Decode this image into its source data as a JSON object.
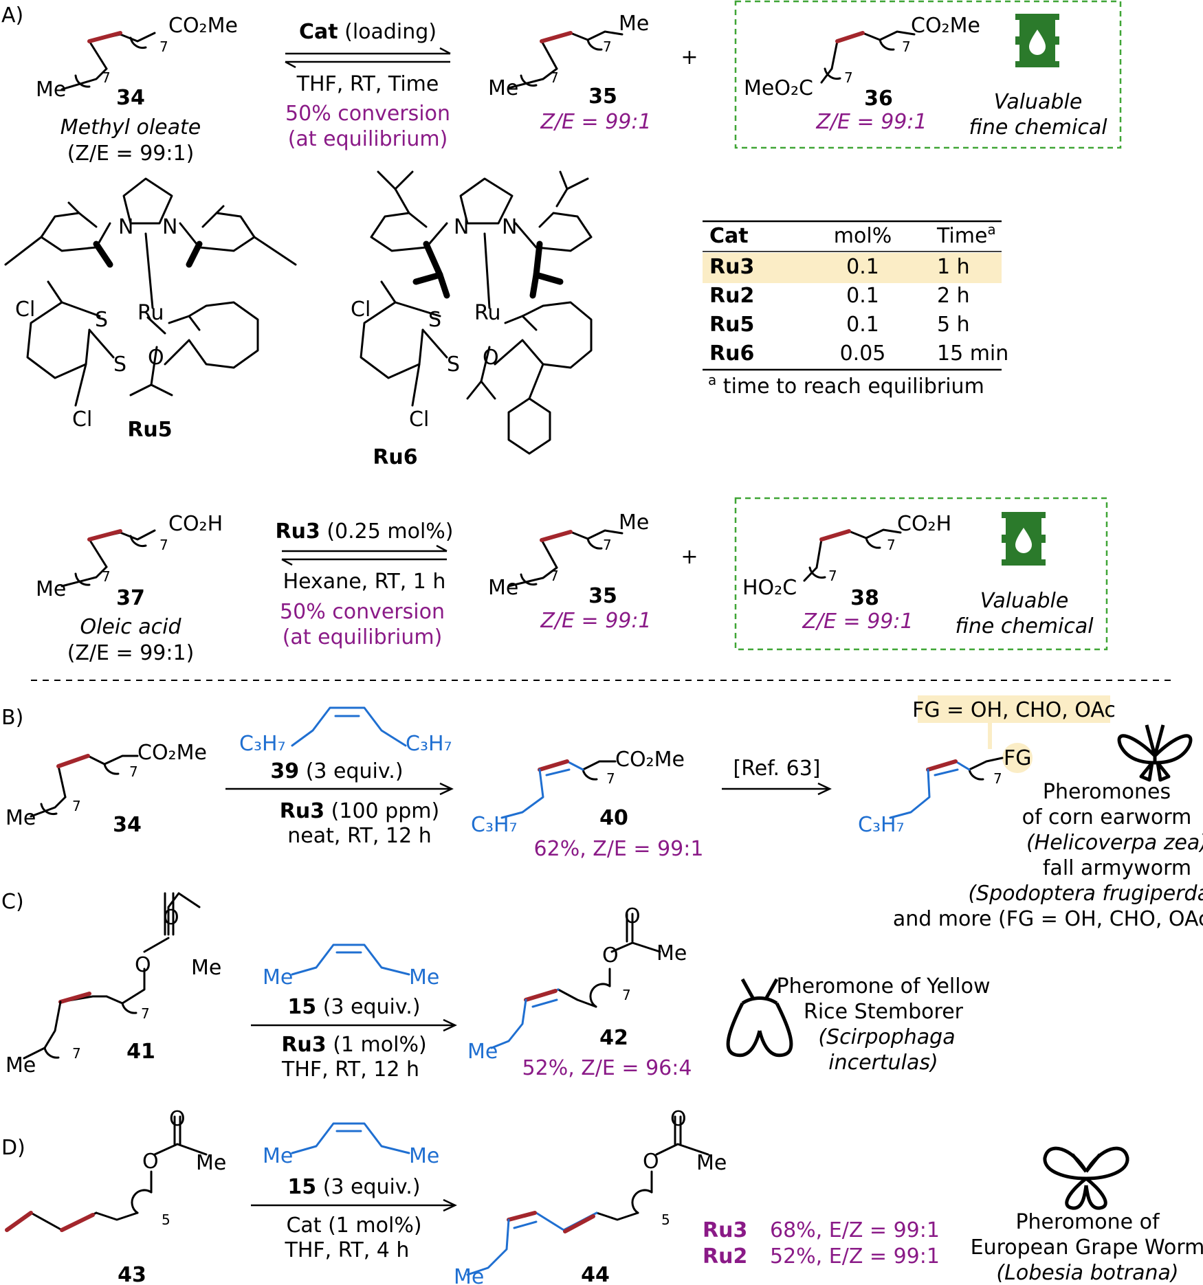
{
  "sections": {
    "A": "A)",
    "B": "B)",
    "C": "C)",
    "D": "D)"
  },
  "colors": {
    "trans_bond": "#a3262c",
    "reagent_blue": "#1f6fd1",
    "condition_purple": "#8a1a87",
    "box_green": "#3fa535",
    "barrel_green": "#2b7a2b",
    "highlight": "#fbedc6"
  },
  "icons": [
    "barrel-icon",
    "moth-icon",
    "butterfly-icon"
  ],
  "common": {
    "me": "Me",
    "co2me": "CO₂Me",
    "co2h": "CO₂H",
    "meo2c": "MeO₂C",
    "ho2c": "HO₂C",
    "c3h7": "C₃H₇",
    "sub7": "7",
    "sub5": "5",
    "zer": "Z/E = 99:1",
    "plus": "+",
    "o": "O",
    "valuable": "Valuable",
    "fine": "fine chemical"
  },
  "rxnA1": {
    "cat_bold": "Cat",
    "cat_rest": " (loading)",
    "cond": "THF, RT, Time",
    "conv1": "50% conversion",
    "conv2": "(at equilibrium)",
    "sm_num": "34",
    "sm_name": "Methyl oleate",
    "sm_ze": "(Z/E = 99:1)",
    "p1_num": "35",
    "p2_num": "36"
  },
  "catalysts": {
    "ru5": "Ru5",
    "ru6": "Ru6",
    "n": "N",
    "s": "S",
    "cl": "Cl",
    "ru": "Ru"
  },
  "table": {
    "headers": [
      "Cat",
      "mol%",
      "Time"
    ],
    "time_sup": "a",
    "rows": [
      [
        "Ru3",
        "0.1",
        "1 h"
      ],
      [
        "Ru2",
        "0.1",
        "2 h"
      ],
      [
        "Ru5",
        "0.1",
        "5 h"
      ],
      [
        "Ru6",
        "0.05",
        "15 min"
      ]
    ],
    "foot_sup": "a",
    "footnote": " time to reach equilibrium"
  },
  "rxnA2": {
    "cat_bold": "Ru3",
    "cat_rest": " (0.25 mol%)",
    "cond": "Hexane, RT, 1 h",
    "conv1": "50% conversion",
    "conv2": "(at equilibrium)",
    "sm_num": "37",
    "sm_name": "Oleic acid",
    "sm_ze": "(Z/E = 99:1)",
    "p1_num": "35",
    "p2_num": "38"
  },
  "rxnB": {
    "sm_num": "34",
    "reagent_num": "39",
    "reagent_equiv": " (3 equiv.)",
    "cat_bold": "Ru3",
    "cat_rest": " (100 ppm)",
    "cond": "neat, RT, 12 h",
    "p_num": "40",
    "p_yield": "62%, Z/E = 99:1",
    "ref": "[Ref. 63]",
    "fg_box": "FG = OH, CHO, OAc",
    "fg": "FG",
    "desc": [
      "Pheromones",
      "of corn earworm",
      "(Helicoverpa zea)",
      "fall  armyworm",
      "(Spodoptera frugiperda)",
      "and more (FG = OH, CHO, OAc)"
    ]
  },
  "rxnC": {
    "sm_num": "41",
    "reagent_num": "15",
    "reagent_equiv": " (3 equiv.)",
    "cat_bold": "Ru3",
    "cat_rest": " (1 mol%)",
    "cond": "THF, RT, 12 h",
    "p_num": "42",
    "p_yield": "52%, Z/E = 96:4",
    "desc": [
      "Pheromone of Yellow",
      "Rice Stemborer",
      "(Scirpophaga",
      "incertulas)"
    ]
  },
  "rxnD": {
    "sm_num": "43",
    "reagent_num": "15",
    "reagent_equiv": " (3 equiv.)",
    "cat": "Cat (1 mol%)",
    "cond": "THF, RT, 4 h",
    "p_num": "44",
    "results": [
      {
        "cat": "Ru3",
        "val": "68%, E/Z = 99:1"
      },
      {
        "cat": "Ru2",
        "val": "52%, E/Z =  99:1"
      }
    ],
    "desc": [
      "Pheromone of",
      "European Grape Worm",
      "(Lobesia botrana)"
    ]
  }
}
